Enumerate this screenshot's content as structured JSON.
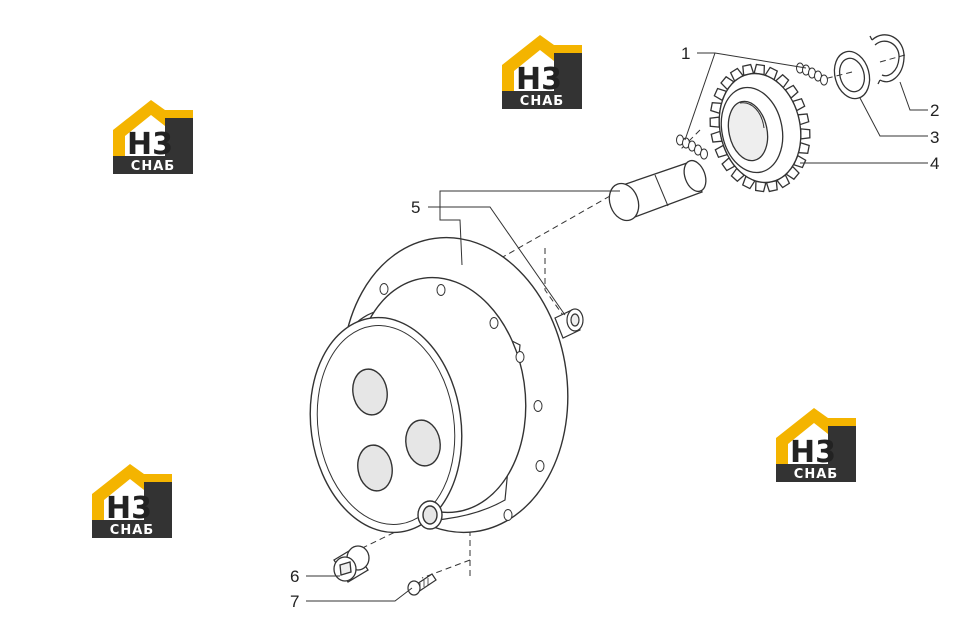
{
  "watermark": {
    "letters": "H3",
    "word": "СНАБ",
    "colors": {
      "roof": "#F4B400",
      "dark": "#333333",
      "letter": "#222222",
      "word": "#ffffff"
    }
  },
  "callouts": [
    {
      "id": "1",
      "label": "1"
    },
    {
      "id": "2",
      "label": "2"
    },
    {
      "id": "3",
      "label": "3"
    },
    {
      "id": "4",
      "label": "4"
    },
    {
      "id": "5",
      "label": "5"
    },
    {
      "id": "6",
      "label": "6"
    },
    {
      "id": "7",
      "label": "7"
    }
  ],
  "parts": [
    {
      "id": "1",
      "icon": "needle-bearing-icon"
    },
    {
      "id": "2",
      "icon": "snap-ring-icon"
    },
    {
      "id": "3",
      "icon": "thrust-washer-icon"
    },
    {
      "id": "4",
      "icon": "planet-gear-icon"
    },
    {
      "id": "5",
      "icon": "planet-pin-icon"
    },
    {
      "id": "6",
      "icon": "plug-icon"
    },
    {
      "id": "7",
      "icon": "screw-icon"
    }
  ],
  "colors": {
    "line": "#333333",
    "face": "#ffffff",
    "hole": "#e6e6e6"
  }
}
